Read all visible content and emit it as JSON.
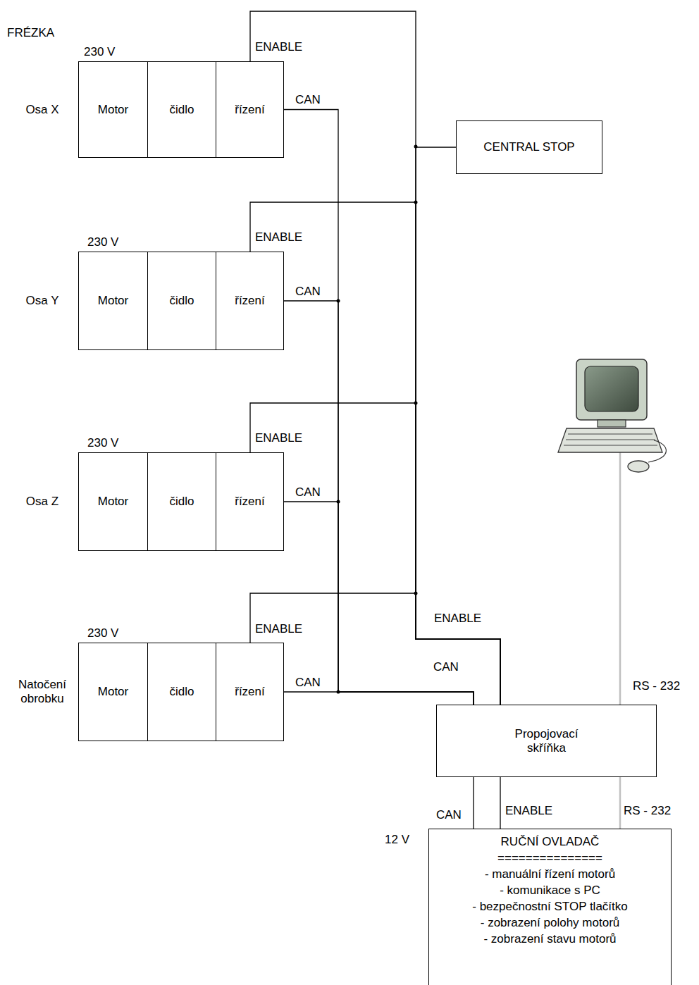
{
  "diagram": {
    "title": "FRÉZKA",
    "nodes": [
      {
        "text": [
          "Osa X"
        ]
      },
      {
        "text": [
          "Motor"
        ],
        "in": 0
      },
      {
        "text": [
          "čidlo"
        ],
        "in": 0
      },
      {
        "text": [
          "řízení"
        ],
        "in": 0
      },
      {
        "text": [
          "CENTRAL STOP"
        ]
      },
      {
        "text": [
          "Osa Y"
        ]
      },
      {
        "text": [
          "Motor"
        ],
        "in": 5
      },
      {
        "text": [
          "čidlo"
        ],
        "in": 5
      },
      {
        "text": [
          "řízení"
        ],
        "in": 5
      },
      {
        "text": [
          "Osa Z"
        ]
      },
      {
        "text": [
          "Motor"
        ],
        "in": 9
      },
      {
        "text": [
          "čidlo"
        ],
        "in": 9
      },
      {
        "text": [
          "řízení"
        ],
        "in": 9
      },
      {
        "text": [
          "Natočení obrobku"
        ]
      },
      {
        "text": [
          "Motor"
        ],
        "in": 13
      },
      {
        "text": [
          "čidlo"
        ],
        "in": 13
      },
      {
        "text": [
          "řízení"
        ],
        "in": 13
      },
      {
        "text": [
          "Propojovací skříňka"
        ]
      },
      {
        "text": [
          "RUČNÍ OVLADAČ",
          "===============",
          "- manuální řízení motorů",
          "- komunikace s PC",
          "- bezpečnostní STOP tlačítko",
          "- zobrazení polohy motorů",
          "- zobrazení stavu motorů"
        ]
      }
    ],
    "edges": [
      {
        "from": 3,
        "to": 17,
        "label": "CAN",
        "arrow": "none"
      },
      {
        "from": 3,
        "to": 17,
        "label": "ENABLE",
        "arrow": "none"
      },
      {
        "from": 4,
        "to": 17,
        "arrow": "none"
      },
      {
        "from": 8,
        "to": 17,
        "label": "CAN",
        "arrow": "none"
      },
      {
        "from": 8,
        "to": 17,
        "label": "ENABLE",
        "arrow": "none"
      },
      {
        "from": 12,
        "to": 17,
        "label": "CAN",
        "arrow": "none"
      },
      {
        "from": 12,
        "to": 17,
        "label": "ENABLE",
        "arrow": "none"
      },
      {
        "from": 16,
        "to": 17,
        "label": "CAN",
        "arrow": "none"
      },
      {
        "from": 16,
        "to": 17,
        "label": "ENABLE",
        "arrow": "none"
      },
      {
        "from": 17,
        "to": 18,
        "label": "CAN",
        "arrow": "none"
      },
      {
        "from": 17,
        "to": 18,
        "label": "ENABLE",
        "arrow": "none"
      },
      {
        "from": 17,
        "to": 18,
        "label": "RS - 232",
        "arrow": "none"
      }
    ],
    "labels": [
      "230 V",
      "230 V",
      "230 V",
      "230 V",
      "CAN",
      "ENABLE",
      "RS - 232",
      "12 V"
    ]
  }
}
